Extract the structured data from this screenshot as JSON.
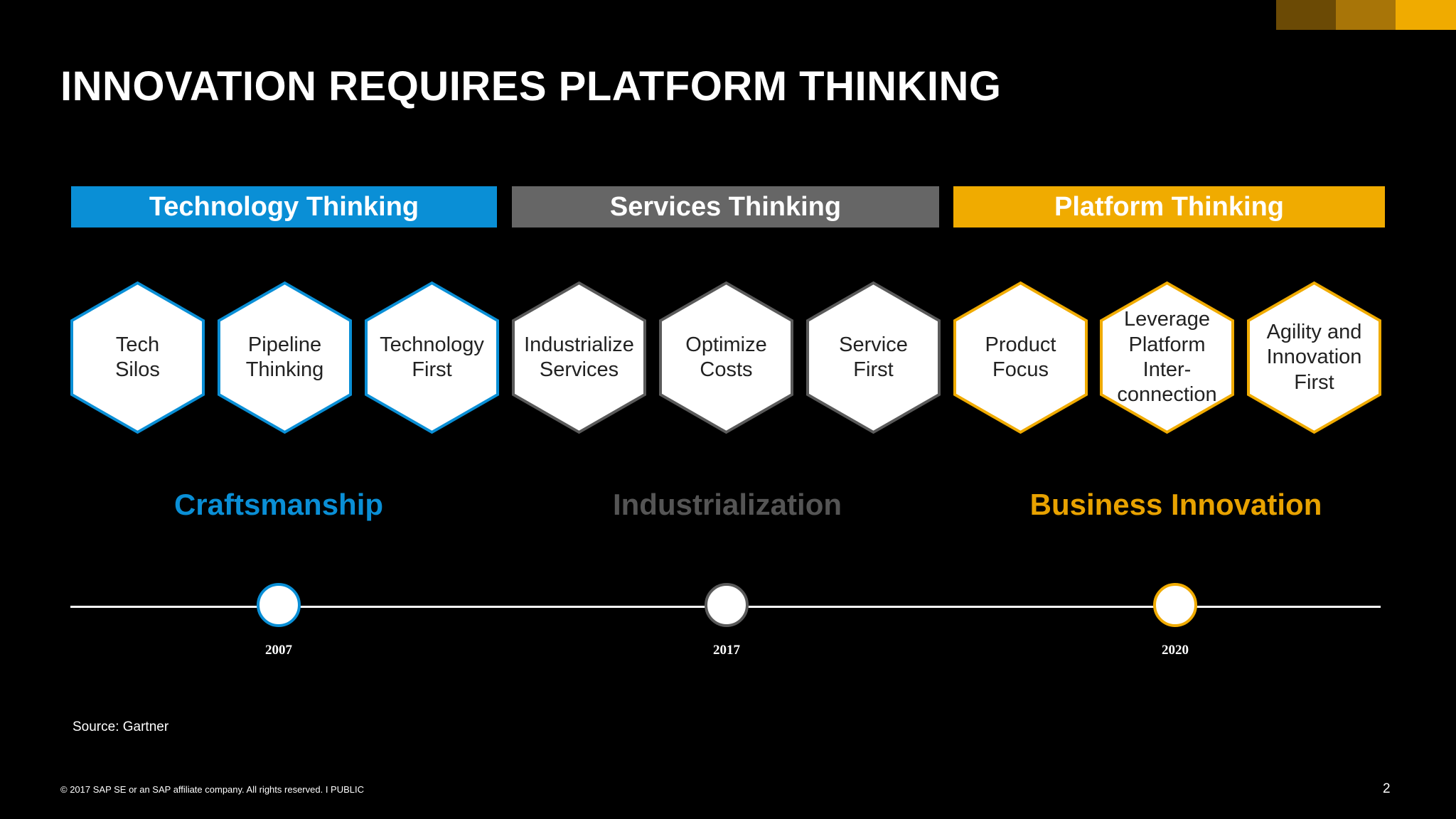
{
  "title": "INNOVATION REQUIRES PLATFORM THINKING",
  "colors": {
    "technology": "#0a8fd6",
    "services": "#666666",
    "platform": "#f0ab00",
    "services_stroke": "#5a5a5a",
    "industrialization_text": "#555555",
    "business_innovation_text": "#e8a200",
    "corner_dark": "#6b4a05",
    "corner_mid": "#a87508",
    "corner_light": "#f0ab00"
  },
  "bands": [
    {
      "label": "Technology Thinking"
    },
    {
      "label": "Services Thinking"
    },
    {
      "label": "Platform Thinking"
    }
  ],
  "hexagons": [
    {
      "label": "Tech\nSilos",
      "group": "technology"
    },
    {
      "label": "Pipeline\nThinking",
      "group": "technology"
    },
    {
      "label": "Technology\nFirst",
      "group": "technology"
    },
    {
      "label": "Industrialize\nServices",
      "group": "services"
    },
    {
      "label": "Optimize\nCosts",
      "group": "services"
    },
    {
      "label": "Service\nFirst",
      "group": "services"
    },
    {
      "label": "Product\nFocus",
      "group": "platform"
    },
    {
      "label": "Leverage\nPlatform\nInter-\nconnection",
      "group": "platform"
    },
    {
      "label": "Agility and\nInnovation\nFirst",
      "group": "platform"
    }
  ],
  "eras": [
    {
      "label": "Craftsmanship"
    },
    {
      "label": "Industrialization"
    },
    {
      "label": "Business Innovation"
    }
  ],
  "timeline": [
    {
      "year": "2007"
    },
    {
      "year": "2017"
    },
    {
      "year": "2020"
    }
  ],
  "source": "Source: Gartner",
  "footer": "© 2017 SAP SE or an SAP affiliate company. All rights reserved.  I   PUBLIC",
  "page_number": "2"
}
